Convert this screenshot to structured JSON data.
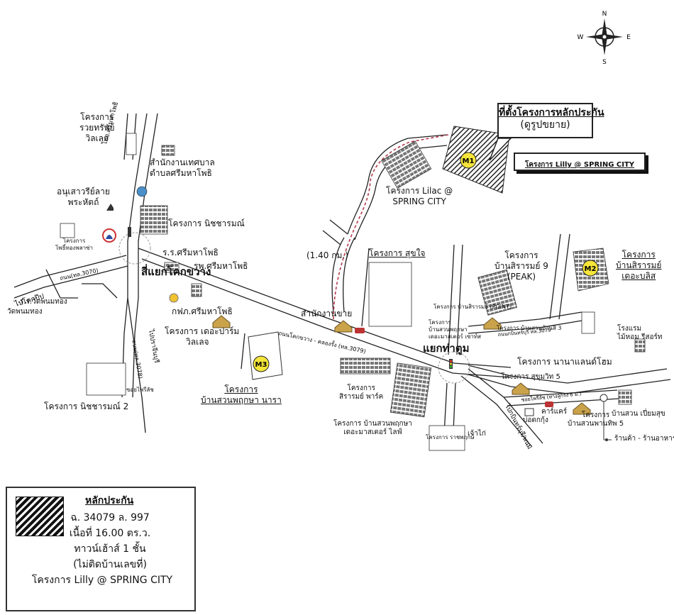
{
  "map": {
    "compass": {
      "n": "N",
      "s": "S",
      "e": "E",
      "w": "W"
    },
    "markers": {
      "m1": "M1",
      "m2": "M2",
      "m3": "M3"
    },
    "callout": {
      "title": "ที่ตั้งโครงการหลักประกัน",
      "subtitle": "(ดูรูปขยาย)"
    },
    "lily_box": "โครงการ Lilly @ SPRING CITY",
    "places": {
      "ruay_sap": [
        "โครงการ",
        "รวยทรัพย์",
        "วิลเลจ"
      ],
      "tessaban": [
        "สำนักงานเทศบาล",
        "ตำบลศรีมหาโพธิ"
      ],
      "monument": [
        "อนุเสาวรีย์ลาย",
        "พระหัตถ์"
      ],
      "nitcharam": "โครงการ นิชชารมณ์",
      "school_sri": "ร.ร.ศรีมหาโพธิ",
      "hospital": "รพ.ศรีมหาโพธิ",
      "pho_thong": [
        "โครงการ",
        "โพธิ์ทองพลาซ่า"
      ],
      "intersection_kok": "สี่แยกโคกขวาง",
      "pea": "กฟภ.ศรีมหาโพธิ",
      "the_palm": [
        "โครงการ เดอะปาร์ม",
        "วิลเลจ"
      ],
      "wat_school": "ร.ร.วัดพนมทอง",
      "wat": "วัดพนมทอง",
      "to_kokpip": "ไปโคกปีป",
      "nitcharam2": "โครงการ นิชชารมณ์ 2",
      "lilac": [
        "โครงการ Lilac @",
        "SPRING CITY"
      ],
      "distance": "(1.40 กม.)",
      "sukjai": "โครงการ สุขใจ",
      "office": "สำนักงานขาย",
      "ban_sirarom9": [
        "โครงการ",
        "บ้านสิรารมย์ 9",
        "(PEAK)"
      ],
      "the_bliss": [
        "โครงการ",
        "บ้านสิรารมย์",
        "เดอะบลิส"
      ],
      "hotel": [
        "โรงแรม",
        "ไม้หอม รีสอร์ท"
      ],
      "intersection_tatoom": "แยกท่าตูม",
      "nana": "โครงการ นานาแลนด์โฮม",
      "sukhumvit5": "โครงการ สุขุมวิท 5",
      "sirarom_park": [
        "โครงการ",
        "สิรารมย์ พาร์ค"
      ],
      "ban_suan_mas": [
        "โครงการ บ้านสวนพฤกษา",
        "เดอะมาสเตอร์ ไลฟ์"
      ],
      "ban_suan_nara": [
        "โครงการ",
        "บ้านสวนพฤกษา นารา"
      ],
      "chao_kai": "เจ้าไก่",
      "carcare": "คาร์แคร์",
      "ot_kung": "บ่อตกกุ้ง",
      "suan_pan": [
        "โครงการ",
        "บ้านสวนพานทิพ 5"
      ],
      "ban_suan_piam": "บ้านสวน เปี่ยมสุข",
      "shops": "ร้านค้า - ร้านอาหาร",
      "road_main": "ถนนโคกขวาง - คลองรั้ง (ทล.3079)",
      "road_3070": "ถนน(ทล.3070)",
      "road_3078": "ถนน(ทล.3078)",
      "to_prachin": "ไปปราจีนบุรี",
      "to_sri": "ไปอ.ศรีมหาโพธิ",
      "to_kabin": "ไปกบินทร์บุรี/พนม"
    },
    "small_labels": {
      "ban_sirarom_point": "โครงการ บ้านสิรารมย์ (POINT)",
      "ban_suan_the_master": [
        "โครงการ",
        "บ้านสวนพฤกษา",
        "เดอะมาสเตอร์ เซาท์ส"
      ],
      "sirarom_3": "โครงการ บ้านสวนบ้านสิ 3",
      "road_kabin": "ถนนกบินทร์บุรี ทล.3079",
      "soi_south": "ซอยไพรีลัช",
      "soi_south2": "ซอยไพรีลัช (ทางลูกรัง 6 ม.)",
      "sirarom_small": "โครงการ ราชพฤกษ์"
    }
  },
  "legend": {
    "title": "หลักประกัน",
    "lines": [
      "ฉ. 34079 ล. 997",
      "เนื้อที่ 16.00 ตร.ว.",
      "ทาวน์เฮ้าส์ 1 ชั้น",
      "(ไม่ติดบ้านเลขที่)",
      "โครงการ Lilly @ SPRING CITY"
    ]
  },
  "colors": {
    "marker": "#f5e53a",
    "route": "#b33a4a",
    "hatch": "#222222"
  }
}
